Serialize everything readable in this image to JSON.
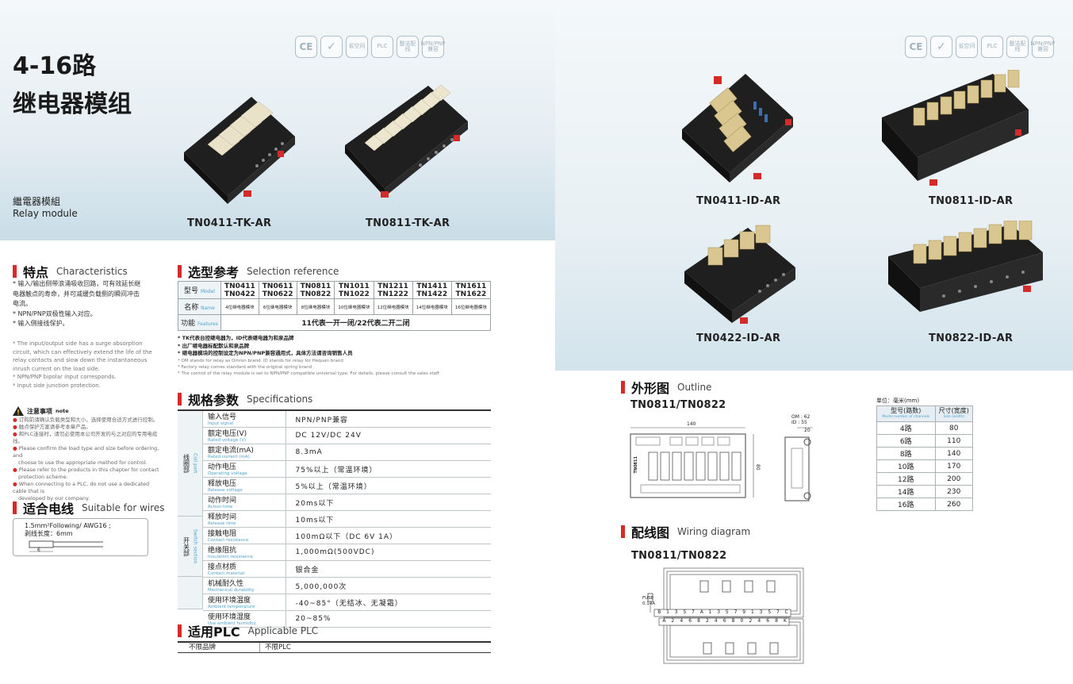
{
  "hero": {
    "title_line1": "4-16路",
    "title_line2": "继电器模组",
    "subtitle_cn": "繼電器模組",
    "subtitle_en": "Relay module"
  },
  "certs_left": [
    "CE",
    "✓",
    "省空间",
    "PLC",
    "整洁配线",
    "NPN/PNP兼容"
  ],
  "certs_right": [
    "CE",
    "✓",
    "省空间",
    "PLC",
    "整洁配线",
    "NPN/PNP兼容"
  ],
  "products": {
    "p1": "TN0411-TK-AR",
    "p2": "TN0811-TK-AR",
    "p3": "TN0411-ID-AR",
    "p4": "TN0811-ID-AR",
    "p5": "TN0422-ID-AR",
    "p6": "TN0822-ID-AR"
  },
  "characteristics": {
    "title_cn": "特点",
    "title_en": "Characteristics",
    "cn_lines": [
      "* 输入/输出侧带浪涌吸收回路，可有效延长继",
      "电器触点的寿命，并可减缓负载侧的瞬间冲击",
      "电流。",
      "* NPN/PNP双极性输入对应。",
      "* 输入侧接线保护。"
    ],
    "en_lines": [
      "* The input/output side has a surge absorption",
      "circuit, which can effectively extend the life of the",
      "relay contacts and slow down the instantaneous",
      "inrush current on the load side.",
      "* NPN/PNP bipolar input corresponds.",
      "* Input side junction protection."
    ]
  },
  "note": {
    "title_cn": "注意事项",
    "title_en": "note",
    "lines": [
      "订购前请确认负载类型和大小，选择使用合适方式进行控制。",
      "触点保护方案请参考本章产品。",
      "和PLC连接时，请勿必使用本公司开发的与之对应的专用电缆线。",
      "Please confirm the load type and size before ordering, and",
      "choose to use the appropriate method for control.",
      "Please refer to the products in this chapter for contact",
      "protection scheme.",
      "When connecting to a PLC, do not use a dedicated cable that is",
      "developed by our company."
    ]
  },
  "wires": {
    "title_cn": "适合电线",
    "title_en": "Suitable for wires",
    "line1": "1.5mm²Following/ AWG16 ;",
    "line2": "剥线长度：6mm",
    "dim": "6"
  },
  "selection": {
    "title_cn": "选型参考",
    "title_en": "Selection reference",
    "row_model_cn": "型号",
    "row_model_en": "Model",
    "row_name_cn": "名称",
    "row_name_en": "Name",
    "row_func_cn": "功能",
    "row_func_en": "Features",
    "models": [
      [
        "TN0411",
        "TN0422"
      ],
      [
        "TN0611",
        "TN0622"
      ],
      [
        "TN0811",
        "TN0822"
      ],
      [
        "TN1011",
        "TN1022"
      ],
      [
        "TN1211",
        "TN1222"
      ],
      [
        "TN1411",
        "TN1422"
      ],
      [
        "TN1611",
        "TN1622"
      ]
    ],
    "names": [
      "4位继电器模块",
      "6位继电器模块",
      "8位继电器模块",
      "10位继电器模块",
      "12位继电器模块",
      "14位继电器模块",
      "16位继电器模块"
    ],
    "function": "11代表一开一闭/22代表二开二闭",
    "notes_cn": [
      "* TK代表台控继电器为，ID代表继电器为和泉品牌",
      "* 出厂继电器标配默认和泉品牌",
      "* 继电器模块的控制设定为NPN/PNP兼容通用式，具体方法请咨询销售人员"
    ],
    "notes_en": [
      "* OM stands for relay as Omron brand, ID stands for relay for Hequan brand",
      "* Factory relay comes standard with the original spring brand",
      "* The control of the relay module is set to NPN/PNP compatible universal type. For details, please consult the sales staff."
    ]
  },
  "specs": {
    "title_cn": "规格参数",
    "title_en": "Specifications",
    "group1_cn": "线圈部",
    "group1_en": "Coil part",
    "group2_cn": "开关部",
    "group2_en": "Switch section",
    "rows": [
      {
        "cn": "输入信号",
        "en": "Input signal",
        "val": "NPN/PNP兼容"
      },
      {
        "cn": "额定电压(V)",
        "en": "Rated voltage (V)",
        "val": "DC 12V/DC 24V"
      },
      {
        "cn": "额定电流(mA)",
        "en": "Rated current (mA)",
        "val": "8.3mA"
      },
      {
        "cn": "动作电压",
        "en": "Operating voltage",
        "val": "75%以上（常温环境）"
      },
      {
        "cn": "释放电压",
        "en": "Release voltage",
        "val": "5%以上（常温环境）"
      },
      {
        "cn": "动作时间",
        "en": "Action time",
        "val": "20ms以下"
      },
      {
        "cn": "释放时间",
        "en": "Release time",
        "val": "10ms以下"
      },
      {
        "cn": "接触电阻",
        "en": "Contact resistance",
        "val": "100mΩ以下（DC 6V 1A）"
      },
      {
        "cn": "绝缘阻抗",
        "en": "Insulation resistance",
        "val": "1,000mΩ(500VDC)"
      },
      {
        "cn": "接点材质",
        "en": "Contact material",
        "val": "银合金"
      },
      {
        "cn": "机械耐久性",
        "en": "Mechanical durability",
        "val": "5,000,000次"
      },
      {
        "cn": "使用环境温度",
        "en": "Ambient temperature",
        "val": "-40~85°（无结冰、无凝霜）"
      },
      {
        "cn": "使用环境湿度",
        "en": "Use ambient humidity",
        "val": "20~85%"
      }
    ]
  },
  "plc": {
    "title_cn": "适用PLC",
    "title_en": "Applicable PLC",
    "col1": "不限品牌",
    "col2": "不限PLC"
  },
  "outline": {
    "title_cn": "外形图",
    "title_en": "Outline",
    "model": "TN0811/TN0822",
    "dim_width": "140",
    "dim_height": "80",
    "dim_om": "OM : 62",
    "dim_id": "ID : 55",
    "dim_side": "20",
    "board_label": "TN0811"
  },
  "size_table": {
    "unit": "单位：毫米(mm)",
    "head1_cn": "型号(路数)",
    "head1_en": "Model number of channels",
    "head2_cn": "尺寸(宽度)",
    "head2_en": "Size (width)",
    "rows": [
      [
        "4路",
        "80"
      ],
      [
        "6路",
        "110"
      ],
      [
        "8路",
        "140"
      ],
      [
        "10路",
        "170"
      ],
      [
        "12路",
        "200"
      ],
      [
        "14路",
        "230"
      ],
      [
        "16路",
        "260"
      ]
    ]
  },
  "wiring": {
    "title_cn": "配线图",
    "title_en": "Wiring diagram",
    "model": "TN0811/TN0822",
    "fuse": "FUSE",
    "fuse_val": "0.14A",
    "top_terms": [
      "B",
      "1",
      "3",
      "5",
      "7",
      "A",
      "1",
      "3",
      "5",
      "7",
      "9",
      "1",
      "3",
      "5",
      "7",
      "C"
    ],
    "bottom_terms": [
      "A",
      "2",
      "4",
      "6",
      "8",
      "2",
      "4",
      "6",
      "8",
      "0",
      "2",
      "4",
      "6",
      "8",
      "K"
    ]
  },
  "colors": {
    "accent": "#d62b2b",
    "note_blue": "#4fa3d1",
    "banner": "#d3e4ec"
  }
}
